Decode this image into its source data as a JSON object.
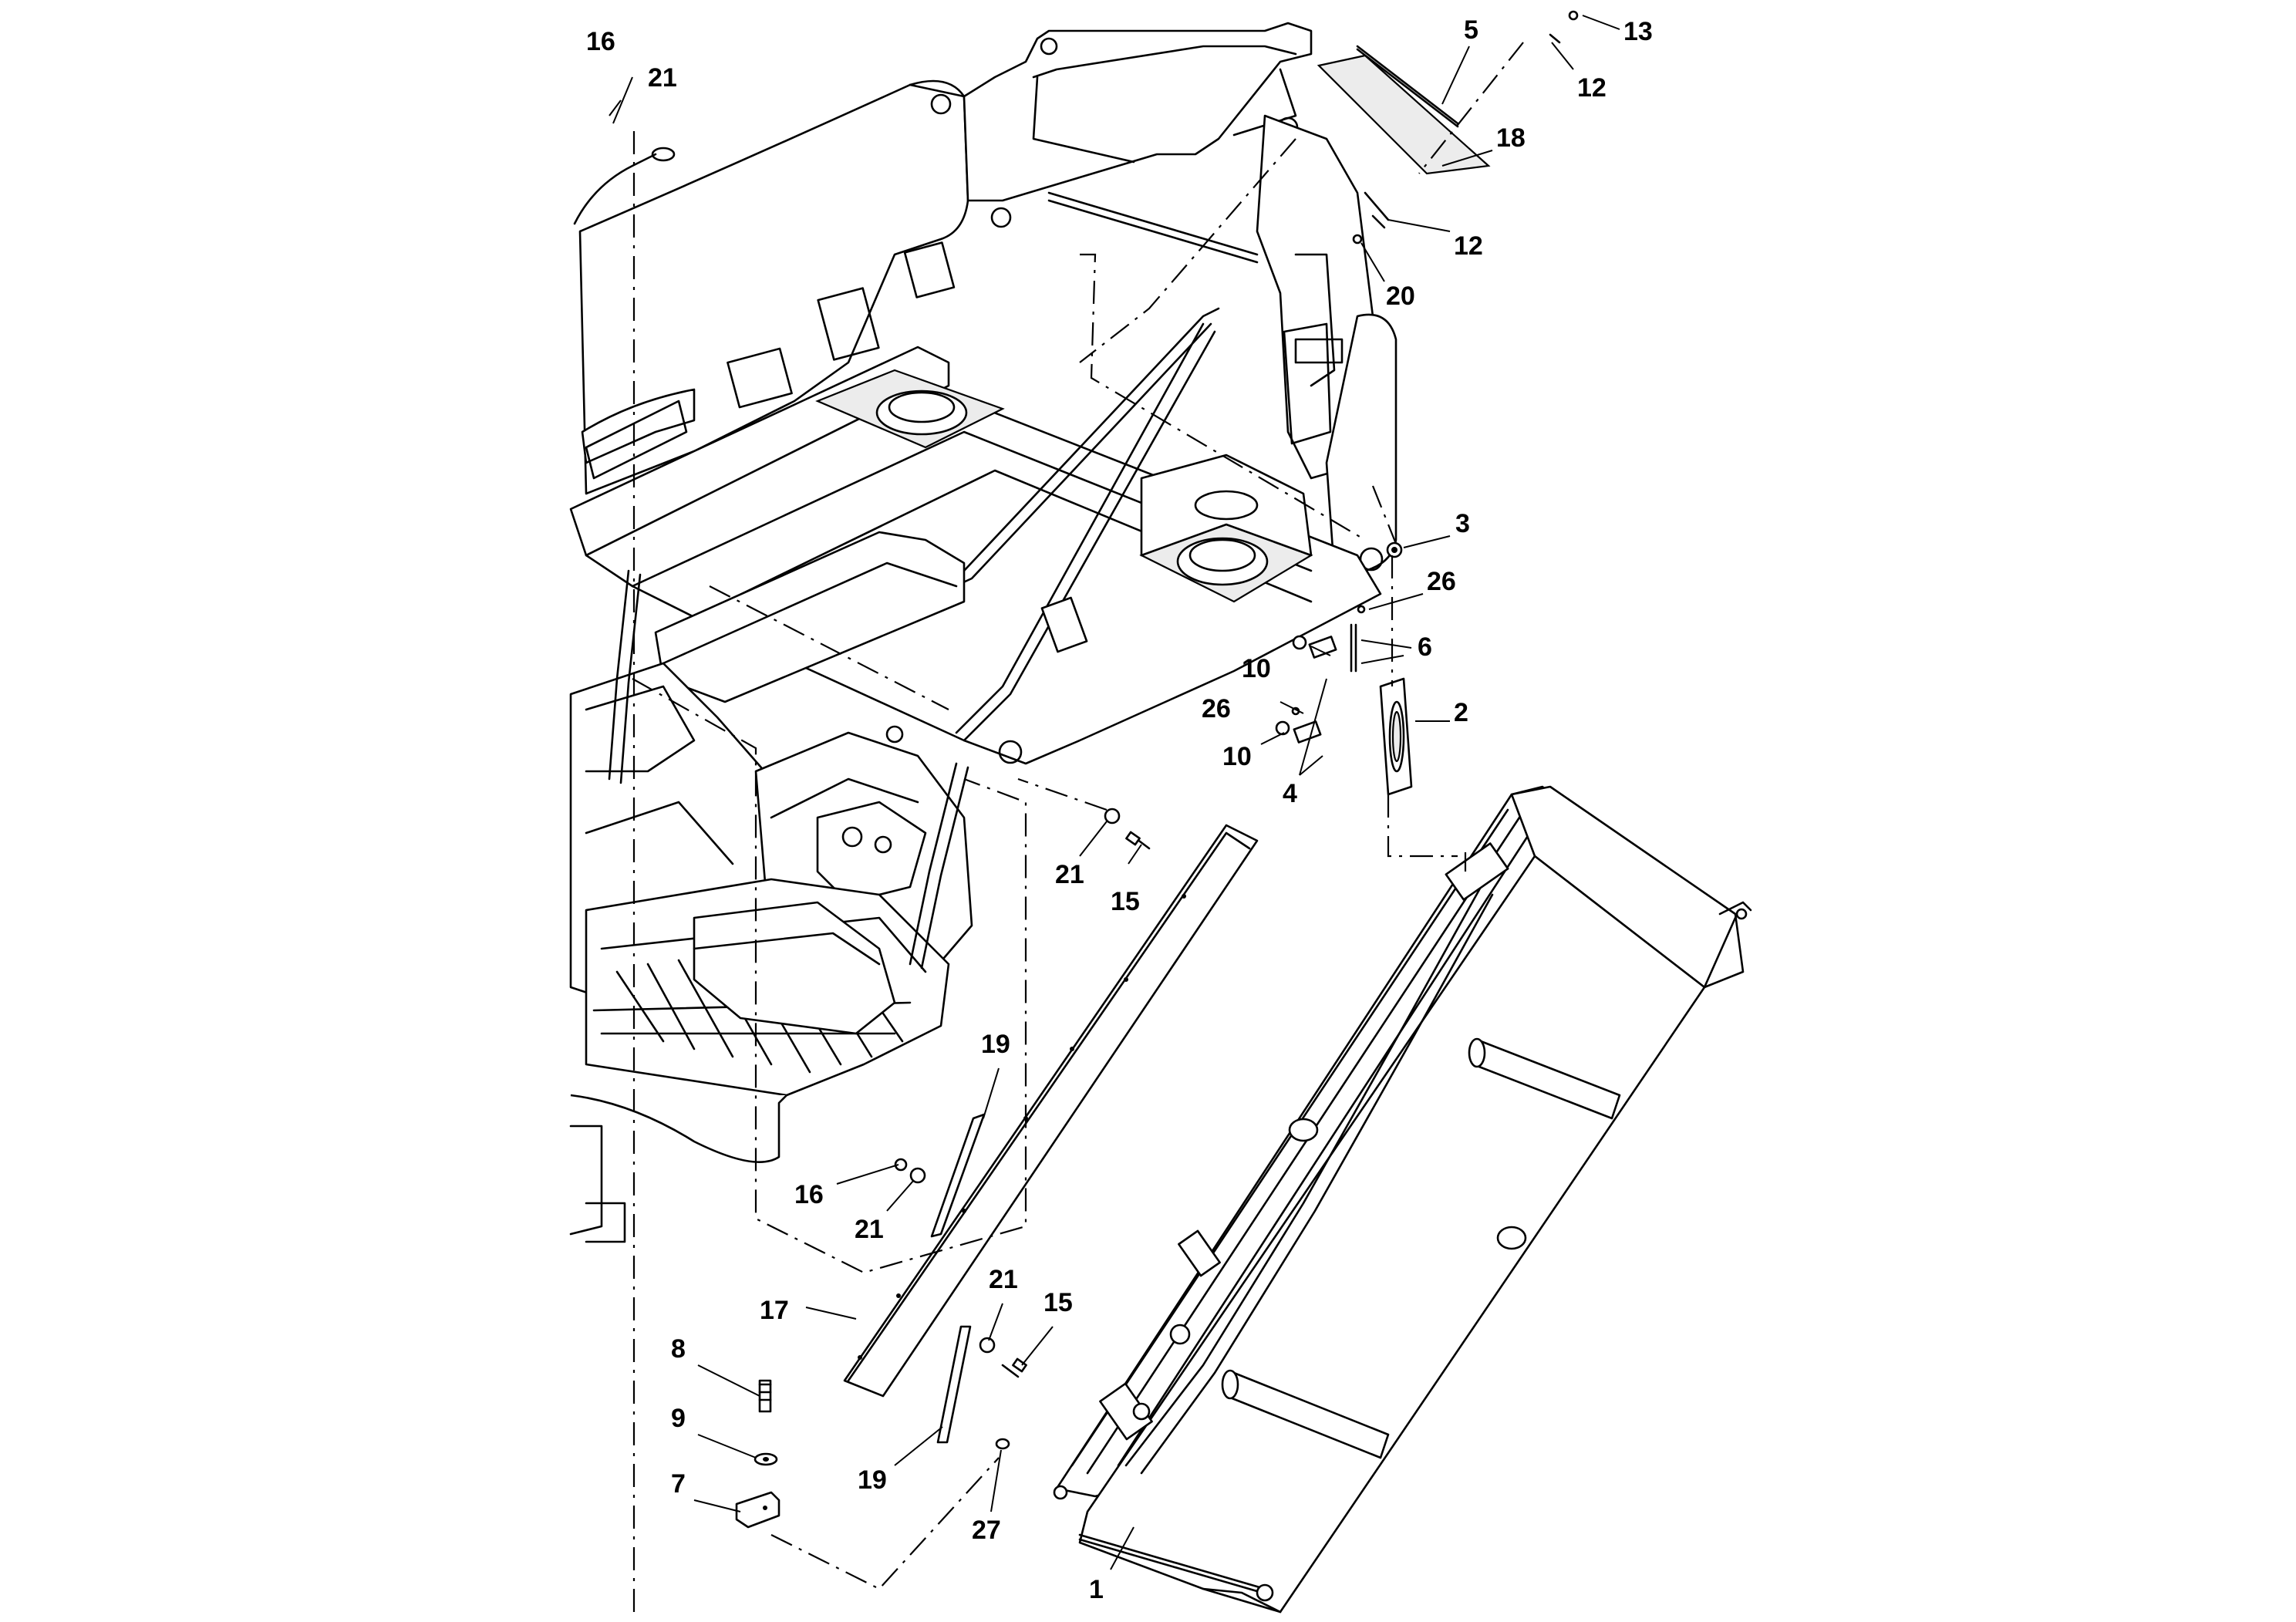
{
  "callouts": [
    {
      "id": "c16a",
      "text": "16"
    },
    {
      "id": "c21a",
      "text": "21"
    },
    {
      "id": "c5",
      "text": "5"
    },
    {
      "id": "c13",
      "text": "13"
    },
    {
      "id": "c12a",
      "text": "12"
    },
    {
      "id": "c18",
      "text": "18"
    },
    {
      "id": "c12b",
      "text": "12"
    },
    {
      "id": "c20",
      "text": "20"
    },
    {
      "id": "c3",
      "text": "3"
    },
    {
      "id": "c26a",
      "text": "26"
    },
    {
      "id": "c10a",
      "text": "10"
    },
    {
      "id": "c6",
      "text": "6"
    },
    {
      "id": "c26b",
      "text": "26"
    },
    {
      "id": "c2",
      "text": "2"
    },
    {
      "id": "c10b",
      "text": "10"
    },
    {
      "id": "c4",
      "text": "4"
    },
    {
      "id": "c21b",
      "text": "21"
    },
    {
      "id": "c15a",
      "text": "15"
    },
    {
      "id": "c19a",
      "text": "19"
    },
    {
      "id": "c16b",
      "text": "16"
    },
    {
      "id": "c21c",
      "text": "21"
    },
    {
      "id": "c21d",
      "text": "21"
    },
    {
      "id": "c15b",
      "text": "15"
    },
    {
      "id": "c17",
      "text": "17"
    },
    {
      "id": "c8",
      "text": "8"
    },
    {
      "id": "c9",
      "text": "9"
    },
    {
      "id": "c7",
      "text": "7"
    },
    {
      "id": "c19b",
      "text": "19"
    },
    {
      "id": "c27",
      "text": "27"
    },
    {
      "id": "c1",
      "text": "1"
    }
  ]
}
